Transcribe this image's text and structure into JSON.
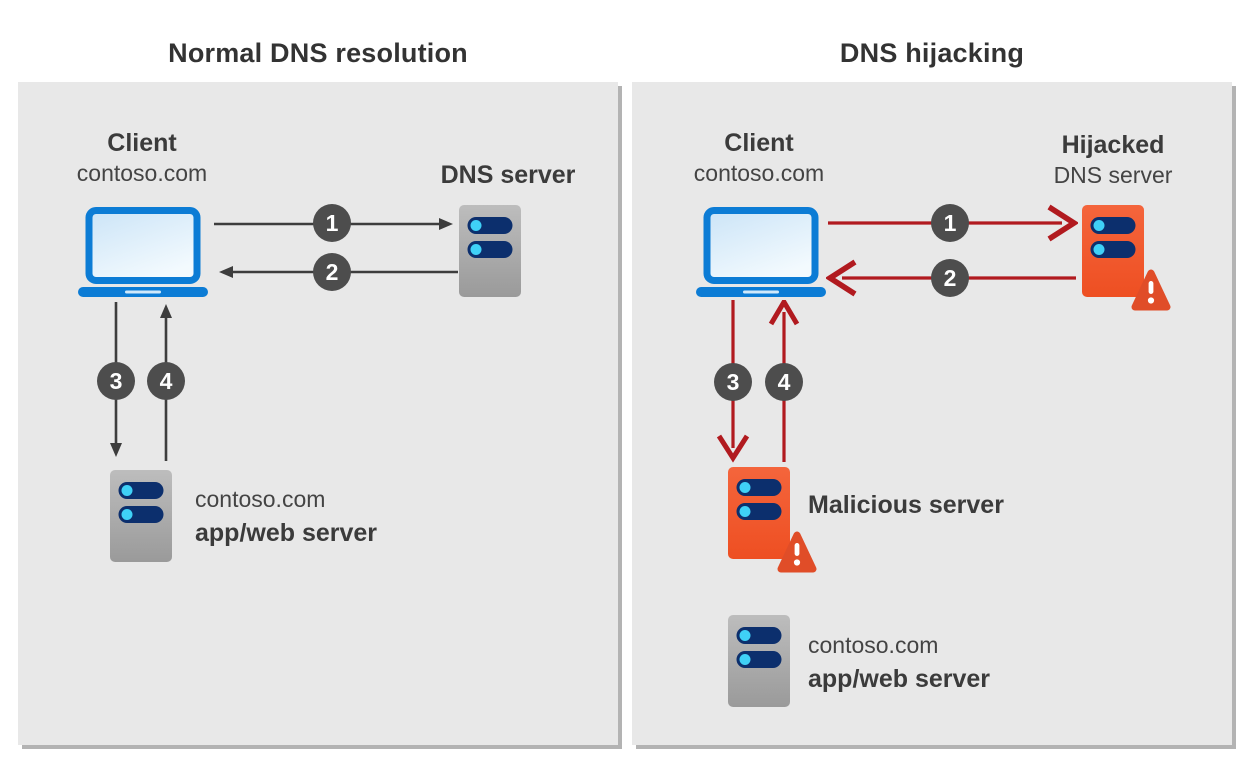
{
  "left_panel": {
    "title": "Normal DNS resolution",
    "client_title": "Client",
    "client_subtitle": "contoso.com",
    "dns_server_label": "DNS server",
    "badges": {
      "b1": "1",
      "b2": "2",
      "b3": "3",
      "b4": "4"
    },
    "app_server_line1": "contoso.com",
    "app_server_line2": "app/web server"
  },
  "right_panel": {
    "title": "DNS hijacking",
    "client_title": "Client",
    "client_subtitle": "contoso.com",
    "hijacked_title": "Hijacked",
    "hijacked_subtitle": "DNS server",
    "badges": {
      "b1": "1",
      "b2": "2",
      "b3": "3",
      "b4": "4"
    },
    "malicious_server_label": "Malicious server",
    "app_server_line1": "contoso.com",
    "app_server_line2": "app/web server"
  },
  "icons": {
    "client": "laptop-icon",
    "dns_server": "server-icon",
    "hijacked_server": "server-warning-icon",
    "malicious_server": "server-warning-icon",
    "app_server": "server-icon",
    "warning": "warning-triangle-icon"
  },
  "colors": {
    "panel_bg": "#e8e8e8",
    "panel_shadow": "#b3b3b3",
    "text": "#3b3b3b",
    "badge_bg": "#4d4d4d",
    "badge_text": "#ffffff",
    "arrow_gray": "#3d3d3d",
    "arrow_red": "#b11a1f",
    "laptop_blue": "#0c7cd5",
    "server_gray_top": "#bdbdbd",
    "server_gray_bottom": "#9a9a9a",
    "server_orange": "#f2582d",
    "warning_orange": "#e04d28",
    "server_slot_navy": "#0c2f6d",
    "server_dot_cyan": "#3fd1f7"
  }
}
